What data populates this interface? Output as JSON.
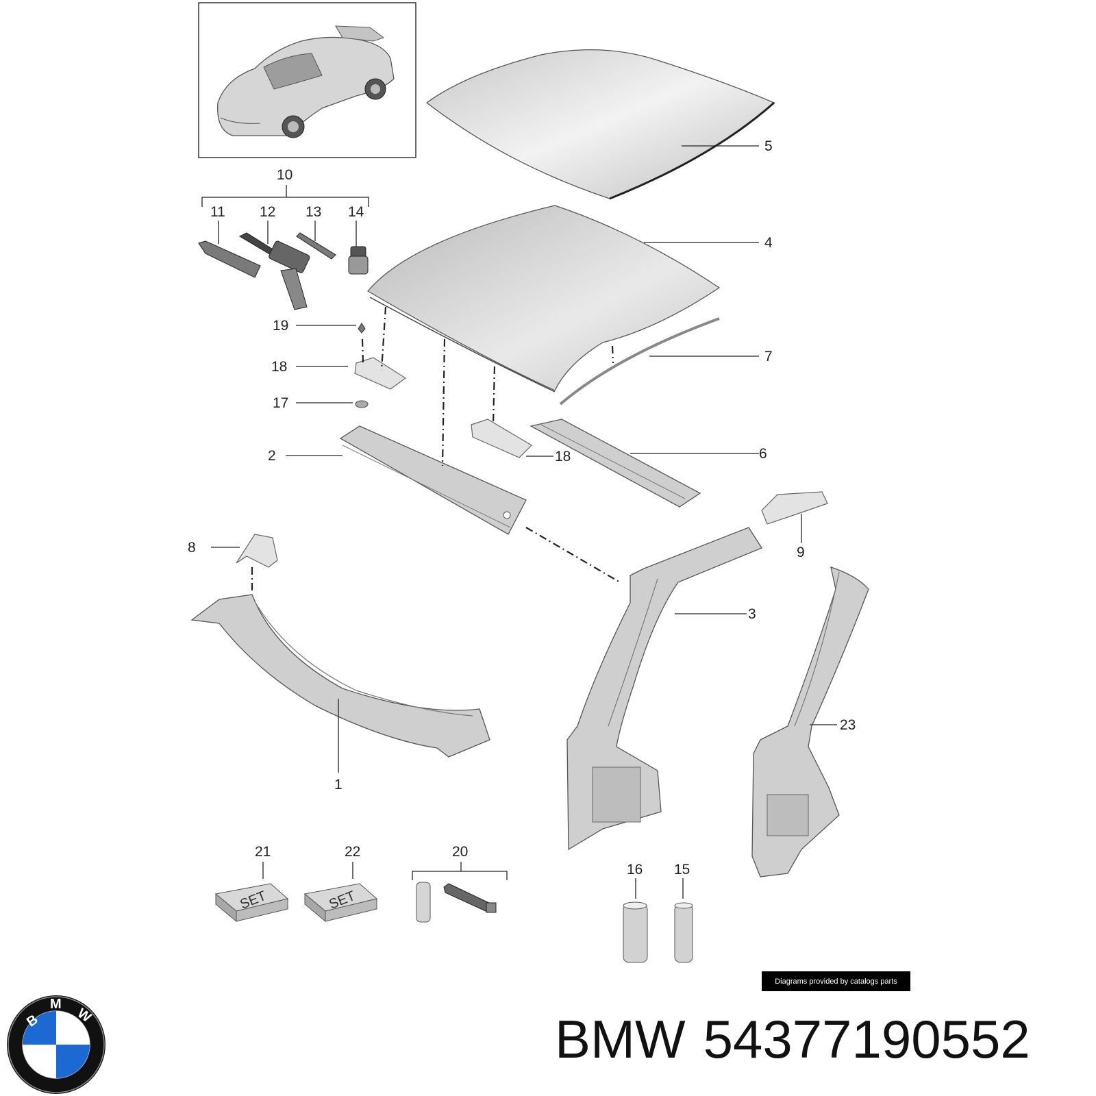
{
  "callouts": {
    "c1": "1",
    "c2": "2",
    "c3": "3",
    "c4": "4",
    "c5": "5",
    "c6": "6",
    "c7": "7",
    "c8": "8",
    "c9": "9",
    "c10": "10",
    "c11": "11",
    "c12": "12",
    "c13": "13",
    "c14": "14",
    "c15": "15",
    "c16": "16",
    "c17": "17",
    "c18a": "18",
    "c18b": "18",
    "c19": "19",
    "c20": "20",
    "c21": "21",
    "c22": "22",
    "c23": "23"
  },
  "kit_labels": {
    "k21": "SET",
    "k22": "SET"
  },
  "credit": "Diagrams provided by catalogs parts",
  "title": {
    "brand": "BMW",
    "part_number": "54377190552"
  },
  "logo": {
    "letters": [
      "B",
      "M",
      "W"
    ],
    "colors": {
      "blue": "#1c69d4",
      "white": "#ffffff",
      "ring": "#111111"
    }
  }
}
